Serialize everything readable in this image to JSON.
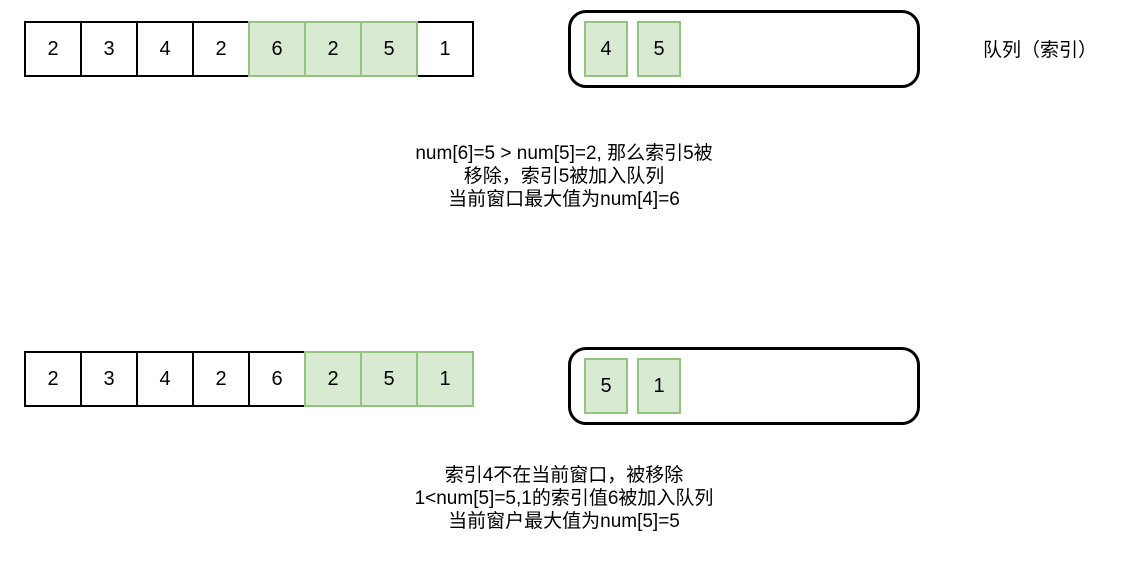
{
  "steps": [
    {
      "array": [
        {
          "value": "2",
          "highlighted": false
        },
        {
          "value": "3",
          "highlighted": false
        },
        {
          "value": "4",
          "highlighted": false
        },
        {
          "value": "2",
          "highlighted": false
        },
        {
          "value": "6",
          "highlighted": true
        },
        {
          "value": "2",
          "highlighted": true
        },
        {
          "value": "5",
          "highlighted": true
        },
        {
          "value": "1",
          "highlighted": false
        }
      ],
      "queue": [
        "4",
        "5"
      ],
      "queue_label": "队列（索引）",
      "caption": [
        "num[6]=5  > num[5]=2, 那么索引5被",
        "移除，索引5被加入队列",
        "当前窗口最大值为num[4]=6"
      ]
    },
    {
      "array": [
        {
          "value": "2",
          "highlighted": false
        },
        {
          "value": "3",
          "highlighted": false
        },
        {
          "value": "4",
          "highlighted": false
        },
        {
          "value": "2",
          "highlighted": false
        },
        {
          "value": "6",
          "highlighted": false
        },
        {
          "value": "2",
          "highlighted": true
        },
        {
          "value": "5",
          "highlighted": true
        },
        {
          "value": "1",
          "highlighted": true
        }
      ],
      "queue": [
        "5",
        "1"
      ],
      "queue_label": "",
      "caption": [
        "索引4不在当前窗口，被移除",
        "1<num[5]=5,1的索引值6被加入队列",
        "当前窗户最大值为num[5]=5"
      ]
    }
  ],
  "colors": {
    "highlight_fill": "#d9ead3",
    "highlight_border": "#93c47d",
    "cell_border": "#000000",
    "background": "#ffffff",
    "text": "#000000"
  }
}
